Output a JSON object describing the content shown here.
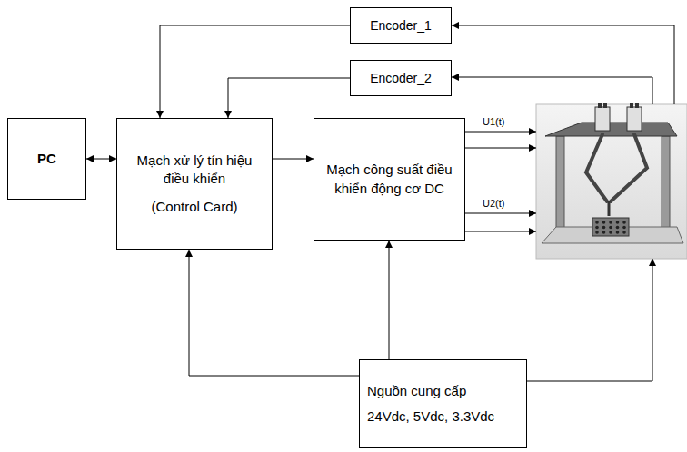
{
  "diagram": {
    "nodes": [
      {
        "text": [
          "Encoder_1"
        ]
      },
      {
        "text": [
          "Encoder_2"
        ]
      },
      {
        "text": [
          "PC"
        ]
      },
      {
        "text": [
          "Mạch xử lý tín hiệu điều khiển",
          "(Control Card)"
        ]
      },
      {
        "text": [
          "Mạch công suất điều khiển động cơ DC"
        ]
      },
      {
        "text": [
          "Nguồn cung cấp",
          "24Vdc, 5Vdc, 3.3Vdc"
        ]
      }
    ],
    "edges": [
      {
        "from": 2,
        "to": 3,
        "arrow": "both"
      },
      {
        "from": 3,
        "to": 4,
        "arrow": "to"
      },
      {
        "from": 0,
        "to": 3,
        "arrow": "to"
      },
      {
        "from": 1,
        "to": 3,
        "arrow": "to"
      },
      {
        "from": 5,
        "to": 3,
        "arrow": "to"
      },
      {
        "from": 5,
        "to": 4,
        "arrow": "to"
      }
    ],
    "labels": [
      "U1(t)",
      "U2(t)"
    ]
  }
}
